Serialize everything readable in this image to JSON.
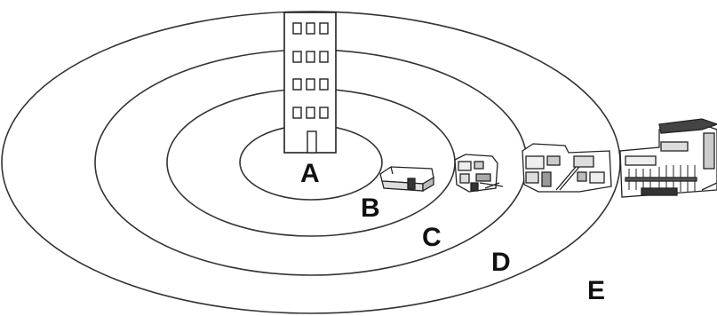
{
  "diagram": {
    "zones": [
      {
        "label": "A"
      },
      {
        "label": "B"
      },
      {
        "label": "C"
      },
      {
        "label": "D"
      },
      {
        "label": "E"
      }
    ]
  },
  "colors": {
    "stroke": "#333333",
    "building_stroke": "#222222",
    "label": "#111111"
  }
}
